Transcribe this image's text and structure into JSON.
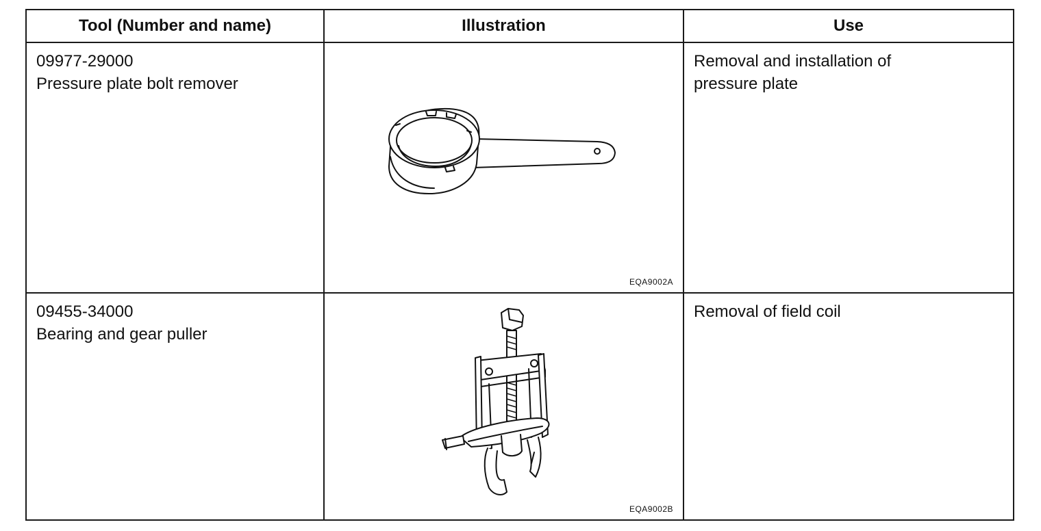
{
  "table": {
    "headers": {
      "tool": "Tool (Number and name)",
      "illustration": "Illustration",
      "use": "Use"
    },
    "rows": [
      {
        "number": "09977-29000",
        "name": "Pressure plate bolt remover",
        "illustration_icon": "pressure-plate-bolt-remover-drawing",
        "figure_code": "EQA9002A",
        "use_lines": [
          "Removal and installation of",
          "pressure plate"
        ]
      },
      {
        "number": "09455-34000",
        "name": "Bearing and gear puller",
        "illustration_icon": "bearing-gear-puller-drawing",
        "figure_code": "EQA9002B",
        "use_lines": [
          "Removal of field coil"
        ]
      }
    ]
  }
}
